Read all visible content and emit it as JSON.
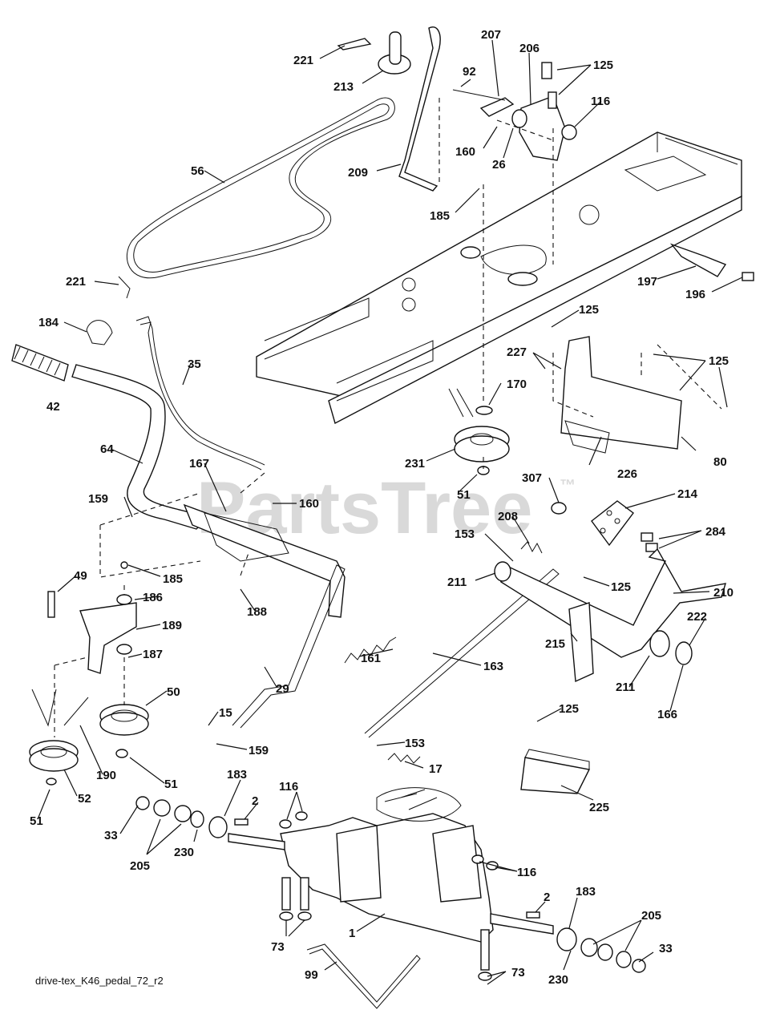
{
  "watermark": {
    "text": "PartsTree",
    "mark": "™"
  },
  "footer": {
    "filename": "drive-tex_K46_pedal_72_r2"
  },
  "callouts": [
    {
      "id": "c221a",
      "text": "221"
    },
    {
      "id": "c213",
      "text": "213"
    },
    {
      "id": "c207",
      "text": "207"
    },
    {
      "id": "c206",
      "text": "206"
    },
    {
      "id": "c125a",
      "text": "125"
    },
    {
      "id": "c92",
      "text": "92"
    },
    {
      "id": "c116a",
      "text": "116"
    },
    {
      "id": "c160a",
      "text": "160"
    },
    {
      "id": "c26",
      "text": "26"
    },
    {
      "id": "c209",
      "text": "209"
    },
    {
      "id": "c56",
      "text": "56"
    },
    {
      "id": "c185a",
      "text": "185"
    },
    {
      "id": "c197",
      "text": "197"
    },
    {
      "id": "c196",
      "text": "196"
    },
    {
      "id": "c221b",
      "text": "221"
    },
    {
      "id": "c125b",
      "text": "125"
    },
    {
      "id": "c184",
      "text": "184"
    },
    {
      "id": "c227",
      "text": "227"
    },
    {
      "id": "c125c",
      "text": "125"
    },
    {
      "id": "c35",
      "text": "35"
    },
    {
      "id": "c42",
      "text": "42"
    },
    {
      "id": "c170",
      "text": "170"
    },
    {
      "id": "c64",
      "text": "64"
    },
    {
      "id": "c231",
      "text": "231"
    },
    {
      "id": "c80",
      "text": "80"
    },
    {
      "id": "c167",
      "text": "167"
    },
    {
      "id": "c226",
      "text": "226"
    },
    {
      "id": "c160b",
      "text": "160"
    },
    {
      "id": "c159a",
      "text": "159"
    },
    {
      "id": "c51a",
      "text": "51"
    },
    {
      "id": "c307",
      "text": "307"
    },
    {
      "id": "c214",
      "text": "214"
    },
    {
      "id": "c208",
      "text": "208"
    },
    {
      "id": "c153a",
      "text": "153"
    },
    {
      "id": "c284",
      "text": "284"
    },
    {
      "id": "c49",
      "text": "49"
    },
    {
      "id": "c185b",
      "text": "185"
    },
    {
      "id": "c211a",
      "text": "211"
    },
    {
      "id": "c125d",
      "text": "125"
    },
    {
      "id": "c210",
      "text": "210"
    },
    {
      "id": "c186",
      "text": "186"
    },
    {
      "id": "c188",
      "text": "188"
    },
    {
      "id": "c189",
      "text": "189"
    },
    {
      "id": "c222",
      "text": "222"
    },
    {
      "id": "c187",
      "text": "187"
    },
    {
      "id": "c161",
      "text": "161"
    },
    {
      "id": "c215",
      "text": "215"
    },
    {
      "id": "c163",
      "text": "163"
    },
    {
      "id": "c211b",
      "text": "211"
    },
    {
      "id": "c50",
      "text": "50"
    },
    {
      "id": "c29",
      "text": "29"
    },
    {
      "id": "c166",
      "text": "166"
    },
    {
      "id": "c15",
      "text": "15"
    },
    {
      "id": "c125e",
      "text": "125"
    },
    {
      "id": "c159b",
      "text": "159"
    },
    {
      "id": "c153b",
      "text": "153"
    },
    {
      "id": "c190",
      "text": "190"
    },
    {
      "id": "c51b",
      "text": "51"
    },
    {
      "id": "c17",
      "text": "17"
    },
    {
      "id": "c183a",
      "text": "183"
    },
    {
      "id": "c225",
      "text": "225"
    },
    {
      "id": "c51c",
      "text": "51"
    },
    {
      "id": "c52",
      "text": "52"
    },
    {
      "id": "c116b",
      "text": "116"
    },
    {
      "id": "c2a",
      "text": "2"
    },
    {
      "id": "c33a",
      "text": "33"
    },
    {
      "id": "c205a",
      "text": "205"
    },
    {
      "id": "c230a",
      "text": "230"
    },
    {
      "id": "c116c",
      "text": "116"
    },
    {
      "id": "c2b",
      "text": "2"
    },
    {
      "id": "c183b",
      "text": "183"
    },
    {
      "id": "c205b",
      "text": "205"
    },
    {
      "id": "c1",
      "text": "1"
    },
    {
      "id": "c73a",
      "text": "73"
    },
    {
      "id": "c33b",
      "text": "33"
    },
    {
      "id": "c99",
      "text": "99"
    },
    {
      "id": "c73b",
      "text": "73"
    },
    {
      "id": "c230b",
      "text": "230"
    }
  ]
}
